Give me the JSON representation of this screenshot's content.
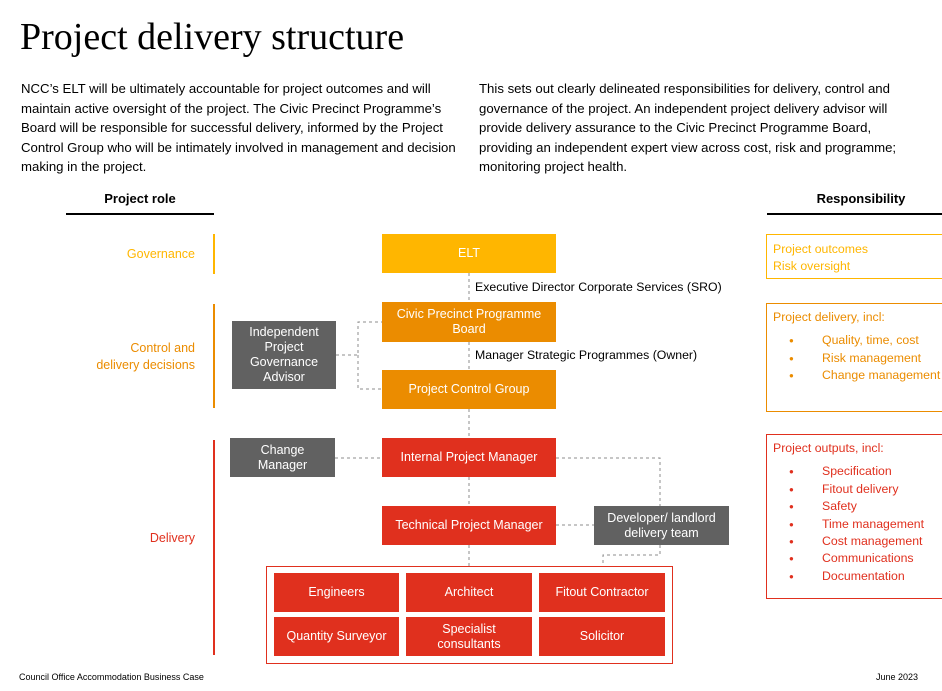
{
  "title": "Project delivery structure",
  "intro_left": "NCC’s ELT will be ultimately accountable for project outcomes and will maintain active oversight of the project. The Civic Precinct Programme’s Board will be responsible for successful delivery, informed by the Project Control Group who will be intimately involved in management and decision making in the project.",
  "intro_right": "This sets out clearly delineated responsibilities for delivery, control and governance of the project. An independent project delivery advisor will provide delivery assurance to the Civic Precinct Programme Board, providing an independent expert view across cost, risk and programme; monitoring project health.",
  "headers": {
    "role": "Project role",
    "responsibility": "Responsibility"
  },
  "roles": {
    "governance": "Governance",
    "control_line1": "Control and",
    "control_line2": "delivery decisions",
    "delivery": "Delivery"
  },
  "boxes": {
    "elt": "ELT",
    "board_line1": "Civic Precinct Programme",
    "board_line2": "Board",
    "pcg": "Project Control Group",
    "advisor_line1": "Independent",
    "advisor_line2": "Project",
    "advisor_line3": "Governance",
    "advisor_line4": "Advisor",
    "change_line1": "Change",
    "change_line2": "Manager",
    "ipm": "Internal Project Manager",
    "tpm": "Technical Project Manager",
    "developer_line1": "Developer/ landlord",
    "developer_line2": "delivery team",
    "engineers": "Engineers",
    "architect": "Architect",
    "fitout": "Fitout Contractor",
    "qs": "Quantity Surveyor",
    "specialist_line1": "Specialist",
    "specialist_line2": "consultants",
    "solicitor": "Solicitor"
  },
  "connectors": {
    "sro": "Executive Director Corporate Services (SRO)",
    "owner": "Manager Strategic Programmes (Owner)"
  },
  "responsibility": {
    "governance": [
      "Project outcomes",
      "Risk oversight"
    ],
    "control_title": "Project delivery, incl:",
    "control_items": [
      "Quality, time, cost",
      "Risk management",
      "Change management"
    ],
    "delivery_title": "Project outputs, incl:",
    "delivery_items": [
      "Specification",
      "Fitout delivery",
      "Safety",
      "Time management",
      "Cost management",
      "Communications",
      "Documentation"
    ]
  },
  "colors": {
    "yellow": "#FFB600",
    "orange": "#EB8C00",
    "red": "#E0301E",
    "grey": "#616161"
  },
  "footer": {
    "left": "Council Office Accommodation Business Case",
    "right": "June 2023"
  }
}
